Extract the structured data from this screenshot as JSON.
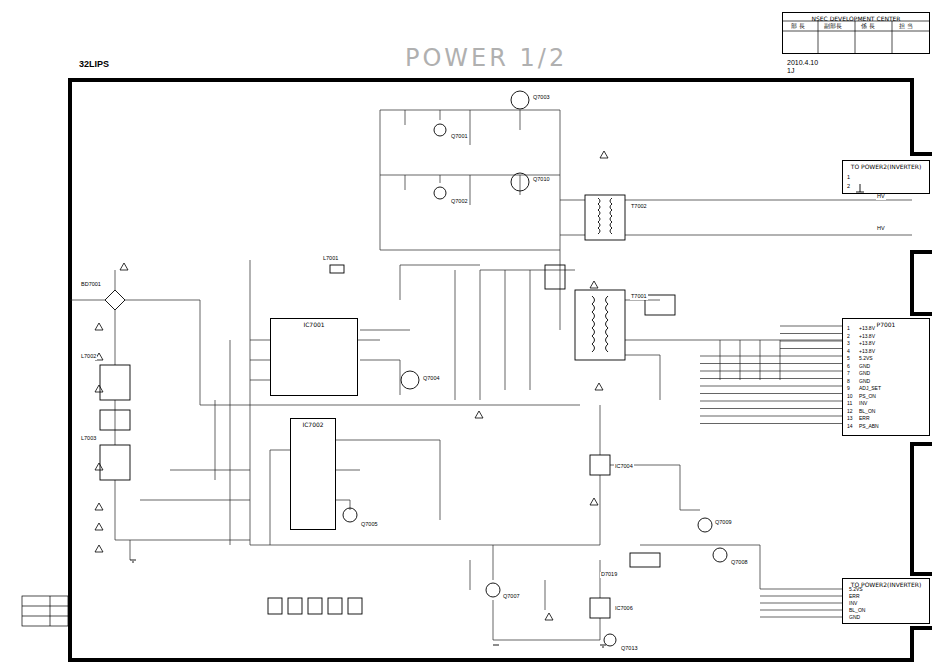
{
  "diagram": {
    "title": "POWER 1/2",
    "nodes": [
      {
        "text": [
          "NSEC DEVELOPMENT CENTER"
        ]
      },
      {
        "text": [
          "IC7001"
        ]
      },
      {
        "text": [
          "IC7002"
        ]
      },
      {
        "text": [
          "TO POWER2(INVERTER)"
        ]
      },
      {
        "text": [
          "P7001"
        ]
      },
      {
        "text": [
          "TO POWER2(INVERTER)"
        ]
      }
    ],
    "labels": [
      "32LIPS",
      "部 長",
      "副部長",
      "係 長",
      "担 当",
      "2010.4.10",
      "1J",
      "Q7003",
      "Q7010",
      "Q7001",
      "Q7002",
      "T7002",
      "T7001",
      "L7001",
      "Q7004",
      "Q7005",
      "BD7001",
      "L7002",
      "L7003",
      "IC7004",
      "IC7006",
      "D7019",
      "Q7007",
      "Q7008",
      "Q7009",
      "Q7013",
      "1",
      "2",
      "HV",
      "HV",
      "1",
      "+13.8V",
      "2",
      "+13.8V",
      "3",
      "+13.8V",
      "4",
      "+13.8V",
      "5",
      "5.2VS",
      "6",
      "GND",
      "7",
      "GND",
      "8",
      "GND",
      "9",
      "ADJ_SET",
      "10",
      "PS_ON",
      "11",
      "INV",
      "12",
      "BL_ON",
      "13",
      "ERR",
      "14",
      "PS_ABN",
      "5.2VS",
      "ERR",
      "INV",
      "BL_ON",
      "GND"
    ]
  }
}
